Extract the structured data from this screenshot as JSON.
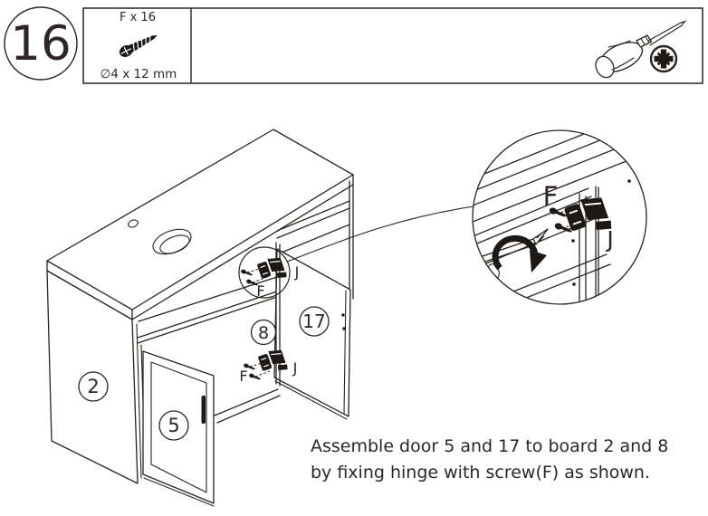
{
  "step_number": "16",
  "hardware_panel": {
    "screw_label": "F x 16",
    "screw_size": "∅4 x 12 mm"
  },
  "parts": {
    "left_panel": "2",
    "left_door": "5",
    "shelf": "8",
    "right_door": "17"
  },
  "hinges": {
    "upper": {
      "screw": "F",
      "hinge": "J"
    },
    "lower": {
      "screw": "F",
      "hinge": "J"
    },
    "detail": {
      "screw": "F",
      "hinge": "J"
    }
  },
  "caption": {
    "line1": "Assemble door 5 and 17 to board 2 and 8",
    "line2": "by fixing hinge with screw(F) as shown."
  },
  "colors": {
    "line": "#29241f",
    "text": "#2d2527",
    "background": "#ffffff"
  },
  "icons": {
    "screw": "screw-icon",
    "screwdriver": "screwdriver-icon",
    "phillips_bit": "phillips-bit-icon",
    "hinge": "hinge-icon",
    "rotation_arrow": "rotation-arrow-icon"
  }
}
